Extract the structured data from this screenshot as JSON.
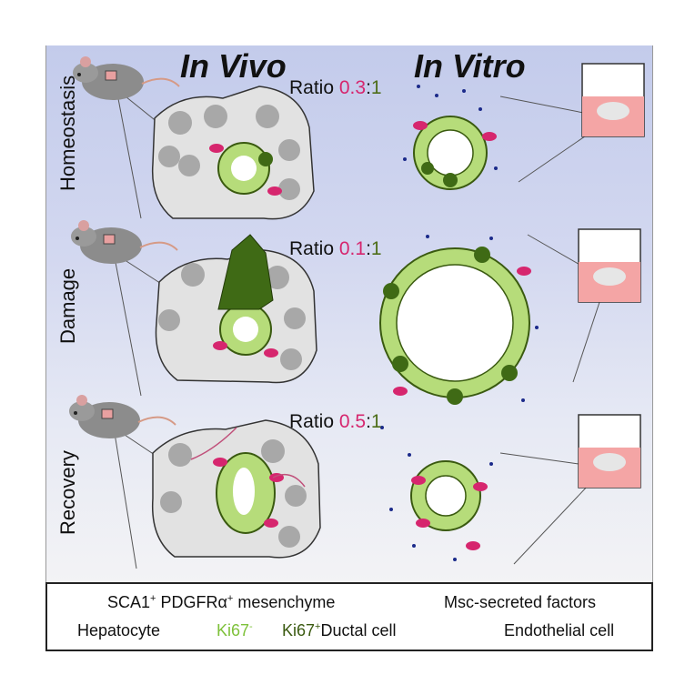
{
  "columns": {
    "in_vivo": "In Vivo",
    "in_vitro": "In Vitro"
  },
  "stages": [
    {
      "label": "Homeostasis",
      "ratio_prefix": "Ratio",
      "ratio_num": "0.3",
      "ratio_sep": ":",
      "ratio_den": "1"
    },
    {
      "label": "Damage",
      "ratio_prefix": "Ratio",
      "ratio_num": "0.1",
      "ratio_sep": ":",
      "ratio_den": "1"
    },
    {
      "label": "Recovery",
      "ratio_prefix": "Ratio",
      "ratio_num": "0.5",
      "ratio_sep": ":",
      "ratio_den": "1"
    }
  ],
  "legend": {
    "mesenchyme": "SCA1",
    "mesenchyme_sup1": "+",
    "mesenchyme_mid": " PDGFRα",
    "mesenchyme_sup2": "+",
    "mesenchyme_end": " mesenchyme",
    "factors": "Msc-secreted factors",
    "hepatocyte": "Hepatocyte",
    "ki67_neg": "Ki67",
    "ki67_neg_sup": "-",
    "ki67_pos": "Ki67",
    "ki67_pos_sup": "+",
    "ductal": "Ductal cell",
    "endothelial": "Endothelial cell"
  },
  "colors": {
    "mesenchyme": "#d6266e",
    "ki67_neg": "#b6dc7a",
    "ki67_pos": "#3f6a15",
    "hepatocyte": "#e0e0e0",
    "factors": "#1b2a8a"
  }
}
